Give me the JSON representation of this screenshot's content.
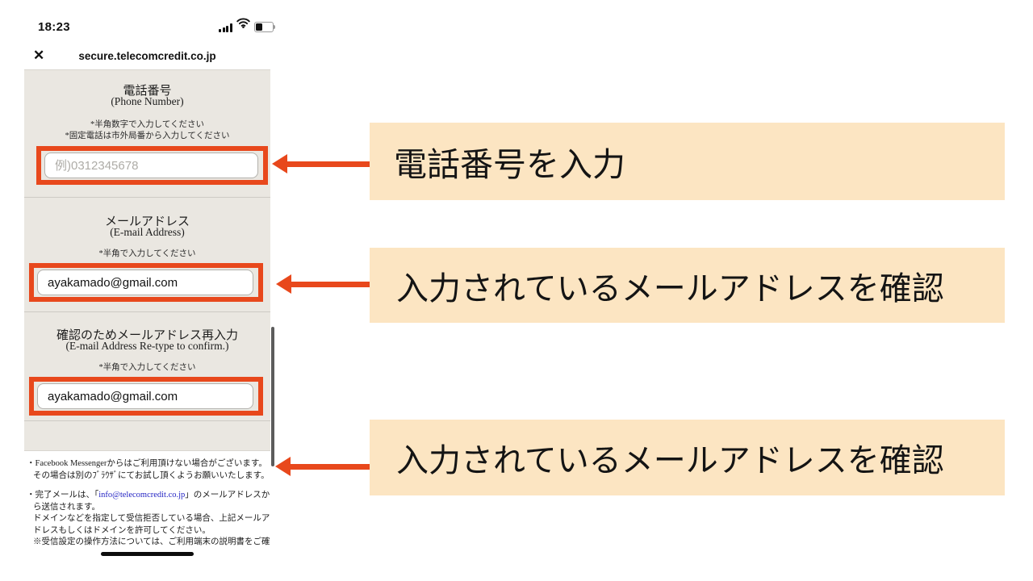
{
  "colors": {
    "highlight_orange": "#E8481C",
    "annotation_background": "#FCE5C2",
    "form_background": "#EAE7E1",
    "link_blue": "#2525C4"
  },
  "phone": {
    "status_bar": {
      "time": "18:23"
    },
    "browser_bar": {
      "close_label": "✕",
      "url": "secure.telecomcredit.co.jp"
    },
    "form": {
      "sections": [
        {
          "title_ja": "電話番号",
          "title_en": "(Phone Number)",
          "note1": "*半角数字で入力してください",
          "note2": "*固定電話は市外局番から入力してください",
          "input": {
            "value": "",
            "placeholder": "例)0312345678"
          }
        },
        {
          "title_ja": "メールアドレス",
          "title_en": "(E-mail Address)",
          "note1": "*半角で入力してください",
          "input": {
            "value": "ayakamado@gmail.com",
            "placeholder": ""
          }
        },
        {
          "title_ja": "確認のためメールアドレス再入力",
          "title_en": "(E-mail Address Re-type to confirm.)",
          "note1": "*半角で入力してください",
          "input": {
            "value": "ayakamado@gmail.com",
            "placeholder": ""
          }
        }
      ],
      "footnotes": {
        "line1": "・Facebook Messengerからはご利用頂けない場合がございます。",
        "line2": "その場合は別のﾌﾞﾗｳｻﾞにてお試し頂くようお願いいたします。",
        "line3_pre": "・完了メールは、「",
        "line3_link": "info@telecomcredit.co.jp",
        "line3_post": "」のメールアドレスか",
        "line4": "ら送信されます。",
        "line5": "ドメインなどを指定して受信拒否している場合、上記メールア",
        "line6": "ドレスもしくはドメインを許可してください。",
        "line7": "※受信設定の操作方法については、ご利用端末の説明書をご確"
      }
    }
  },
  "annotations": [
    {
      "label": "電話番号を入力"
    },
    {
      "label": "入力されているメールアドレスを確認"
    },
    {
      "label": "入力されているメールアドレスを確認"
    }
  ]
}
